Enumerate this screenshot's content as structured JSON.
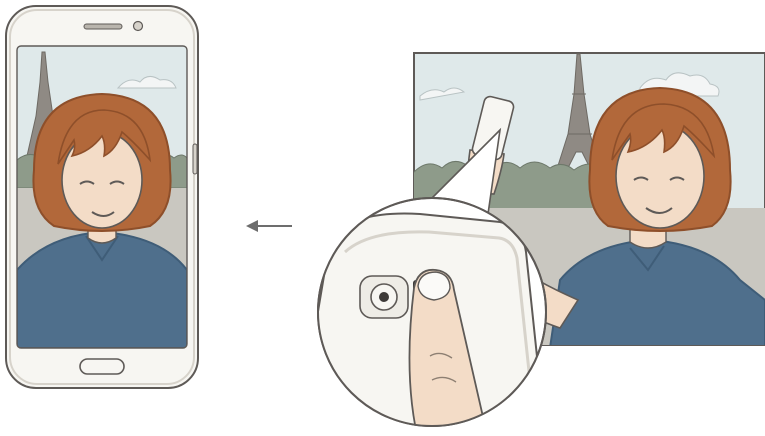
{
  "figure": {
    "panels": [
      {
        "id": "phone-preview",
        "description_name": "front-camera-preview"
      },
      {
        "id": "rear-camera-scene",
        "description_name": "selfie-with-rear-camera"
      }
    ],
    "icons": {
      "arrow": "left-arrow-icon",
      "sensor": "heart-rate-sensor-icon",
      "finger": "finger-icon",
      "camera": "rear-camera-icon"
    },
    "colors": {
      "line": "#5e5a57",
      "sky": "#dfe9ea",
      "cloud": "#f3f5f5",
      "tower": "#8f8a84",
      "trees": "#8e9b8a",
      "ground": "#c9c7c0",
      "hair": "#b2683a",
      "hair_shadow": "#8e4f2a",
      "skin": "#f3dcc7",
      "shirt": "#4f6f8c",
      "shirt_shadow": "#3f5d78",
      "phone_body": "#f7f6f2",
      "phone_edge": "#d7d3cb",
      "arrow": "#6d6d6d"
    }
  }
}
